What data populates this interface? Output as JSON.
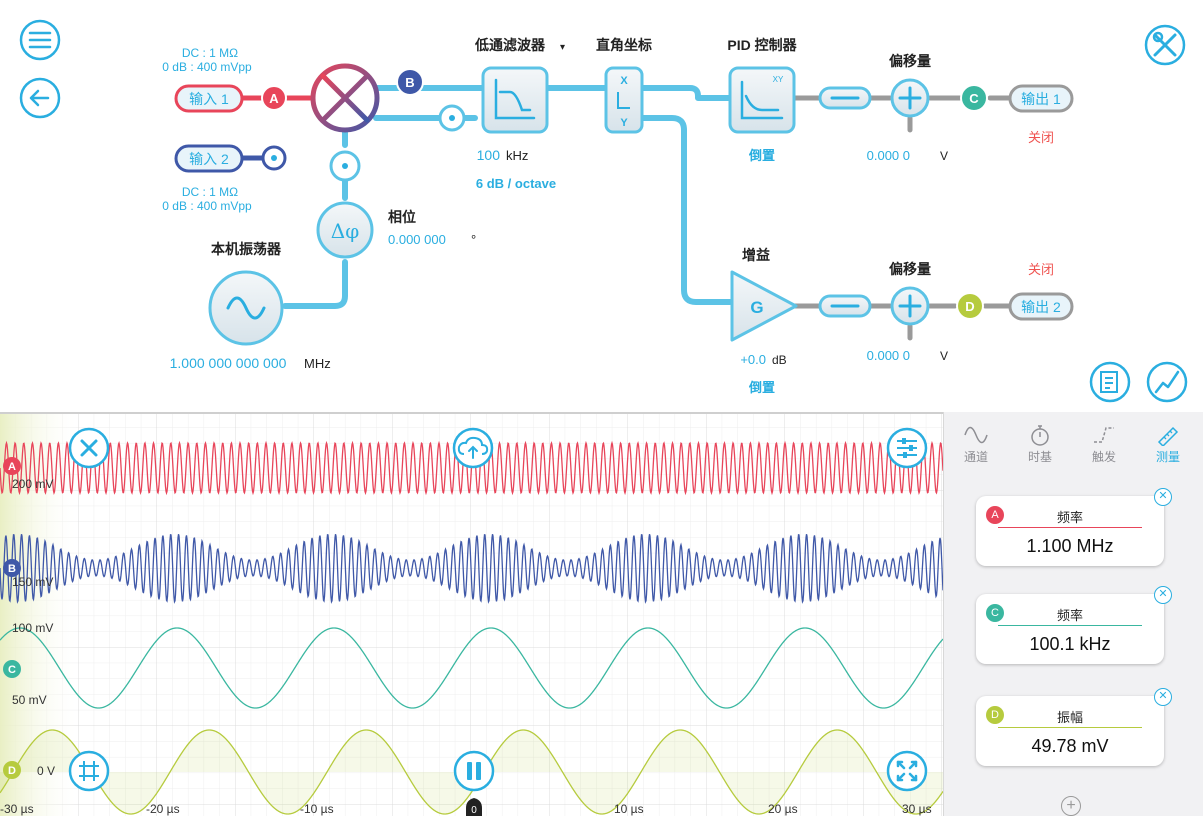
{
  "diagram": {
    "input_spec_top": [
      "DC : 1 MΩ",
      "0 dB : 400 mVpp"
    ],
    "input_spec_bottom": [
      "DC : 1 MΩ",
      "0 dB : 400 mVpp"
    ],
    "input1_label": "输入 1",
    "input2_label": "输入 2",
    "badge_a": "A",
    "badge_b": "B",
    "badge_c": "C",
    "badge_d": "D",
    "lowpass_title": "低通滤波器",
    "lowpass_dropdown": "▾",
    "lowpass_freq_value": "100",
    "lowpass_freq_unit": "kHz",
    "lowpass_slope": "6 dB / octave",
    "rect_title": "直角坐标",
    "rect_x": "X",
    "rect_y": "Y",
    "pid_title": "PID 控制器",
    "pid_xy": "XY",
    "pid_mode": "倒置",
    "offset1_title": "偏移量",
    "offset1_value": "0.000 0",
    "offset1_unit": "V",
    "output1_label": "输出 1",
    "output1_state": "关闭",
    "phase_title": "相位",
    "phase_value": "0.000 000",
    "phase_unit": "°",
    "phase_symbol": "Δφ",
    "osc_title": "本机振荡器",
    "osc_freq_value": "1.000 000 000 000",
    "osc_freq_unit": "MHz",
    "gain_title": "增益",
    "gain_symbol": "G",
    "gain_value": "+0.0",
    "gain_unit": "dB",
    "gain_mode": "倒置",
    "offset2_title": "偏移量",
    "offset2_value": "0.000 0",
    "offset2_unit": "V",
    "output2_label": "输出 2",
    "output2_state": "关闭"
  },
  "scope": {
    "channel_labels": [
      "A",
      "B",
      "C",
      "D"
    ],
    "scale_labels": [
      "200 mV",
      "150 mV",
      "100 mV",
      "50 mV",
      "0 V"
    ],
    "time_ticks": [
      "-30 µs",
      "-20 µs",
      "-10 µs",
      "0",
      "10 µs",
      "20 µs",
      "30 µs"
    ],
    "trace_colors": {
      "A": "#e8455a",
      "B": "#3f58a8",
      "C": "#3ab7a0",
      "D": "#b6cb3e"
    }
  },
  "panel": {
    "tabs": [
      {
        "label": "通道",
        "icon": "sine-icon"
      },
      {
        "label": "时基",
        "icon": "stopwatch-icon"
      },
      {
        "label": "触发",
        "icon": "trigger-icon"
      },
      {
        "label": "测量",
        "icon": "ruler-icon"
      }
    ],
    "active_tab": "测量",
    "measurements": [
      {
        "channel": "A",
        "name": "频率",
        "value": "1.100 MHz",
        "color": "#e8455a"
      },
      {
        "channel": "C",
        "name": "频率",
        "value": "100.1 kHz",
        "color": "#3ab7a0"
      },
      {
        "channel": "D",
        "name": "振幅",
        "value": "49.78 mV",
        "color": "#b6cb3e"
      }
    ],
    "add_symbol": "+"
  },
  "colors": {
    "accent": "#2aaee0",
    "wire": "#5cc3e6",
    "red": "#e8455a",
    "blue": "#3f58a8",
    "teal": "#3ab7a0",
    "lime": "#b6cb3e",
    "off": "#ef5350"
  }
}
